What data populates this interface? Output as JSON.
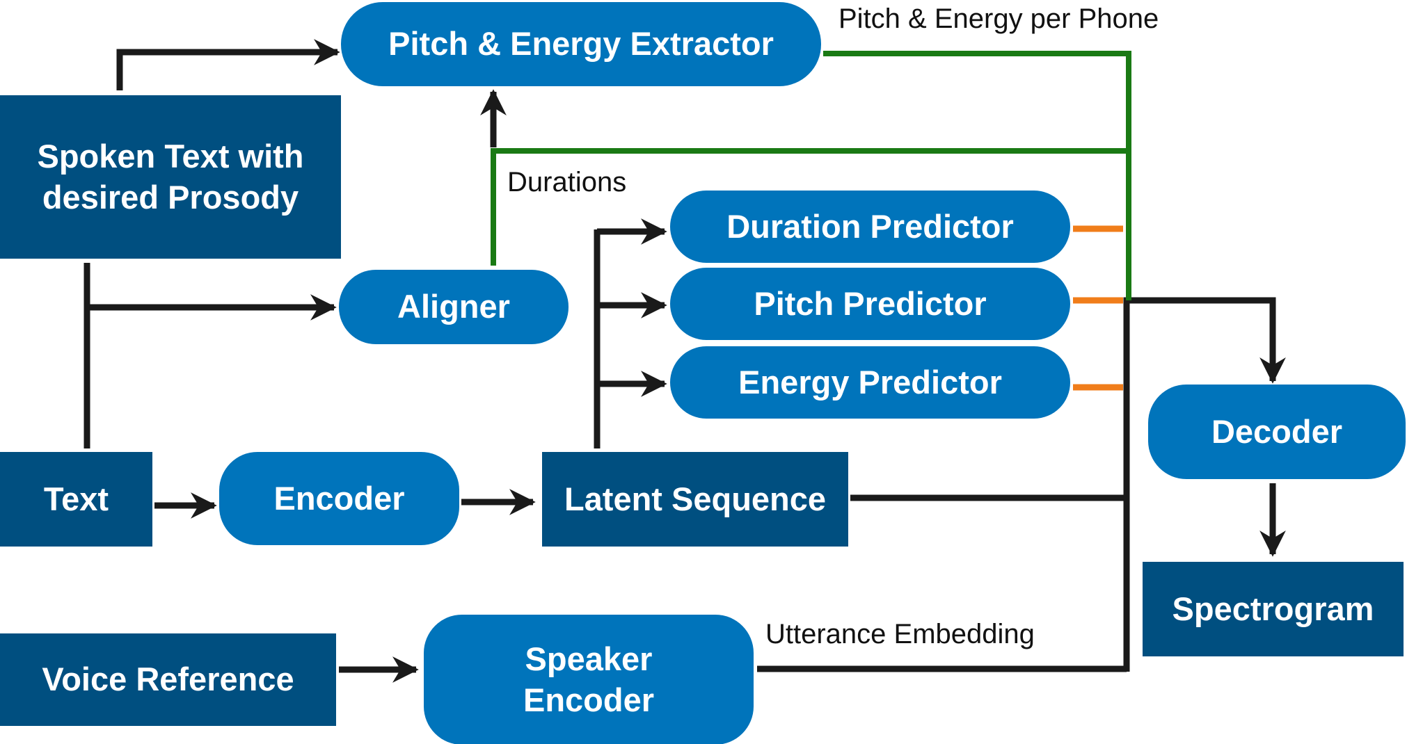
{
  "nodes": {
    "spoken_text": "Spoken Text with desired Prosody",
    "text": "Text",
    "voice_reference": "Voice Reference",
    "pitch_energy_extractor": "Pitch & Energy Extractor",
    "aligner": "Aligner",
    "duration_predictor": "Duration Predictor",
    "pitch_predictor": "Pitch Predictor",
    "energy_predictor": "Energy Predictor",
    "encoder": "Encoder",
    "latent_sequence": "Latent Sequence",
    "speaker_encoder": "Speaker Encoder",
    "decoder": "Decoder",
    "spectrogram": "Spectrogram"
  },
  "edge_labels": {
    "pitch_energy_per_phone": "Pitch & Energy per Phone",
    "durations": "Durations",
    "utterance_embedding": "Utterance Embedding"
  },
  "colors": {
    "box_dark": "#004f80",
    "box_pill": "#0074bb",
    "arrow": "#1a1a1a",
    "ground_truth_line": "#1a7a14",
    "predictor_stub": "#f07d1a"
  }
}
